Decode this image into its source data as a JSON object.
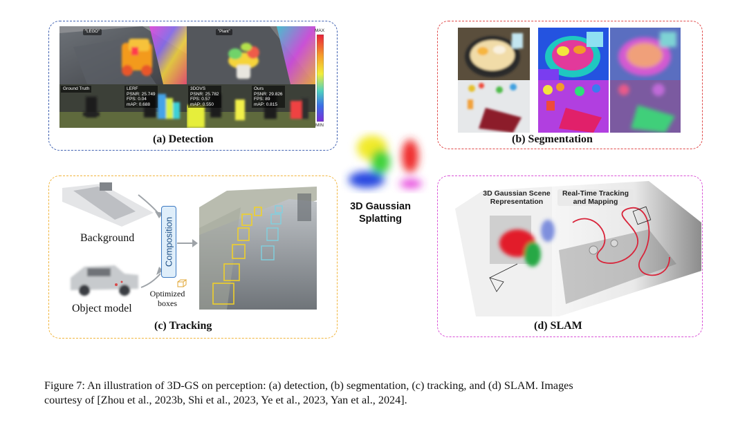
{
  "detection": {
    "title": "(a) Detection",
    "scene_labels": [
      "\"LEGO\"",
      "\"Plant\""
    ],
    "colorbar_max": "MAX",
    "colorbar_min": "MIN",
    "methods": [
      {
        "name": "Ground Truth",
        "lines": []
      },
      {
        "name": "LERF",
        "lines": [
          "PSNR: 25.749",
          "FPS: 0.04",
          "mAP: 0.688"
        ]
      },
      {
        "name": "3DOVS",
        "lines": [
          "PSNR: 25.782",
          "FPS: 0.57",
          "mAP: 0.550"
        ]
      },
      {
        "name": "Ours",
        "lines": [
          "PSNR: 29.826",
          "FPS: 89",
          "mAP: 0.815"
        ]
      }
    ]
  },
  "segmentation": {
    "title": "(b) Segmentation"
  },
  "tracking": {
    "title": "(c) Tracking",
    "background_label": "Background",
    "object_label": "Object model",
    "composition_label": "Composition",
    "boxes_label_1": "Optimized",
    "boxes_label_2": "boxes"
  },
  "center": {
    "line1": "3D Gaussian",
    "line2": "Splatting"
  },
  "slam": {
    "title": "(d) SLAM",
    "left_head_1": "3D Gaussian Scene",
    "left_head_2": "Representation",
    "right_head_1": "Real-Time Tracking",
    "right_head_2": "and Mapping"
  },
  "caption": {
    "line1": "Figure 7: An illustration of 3D-GS on perception: (a) detection, (b) segmentation, (c) tracking, and (d) SLAM. Images",
    "line2": "courtesy of  [Zhou et al., 2023b, Shi et al., 2023, Ye et al., 2023, Yan et al., 2024]."
  }
}
